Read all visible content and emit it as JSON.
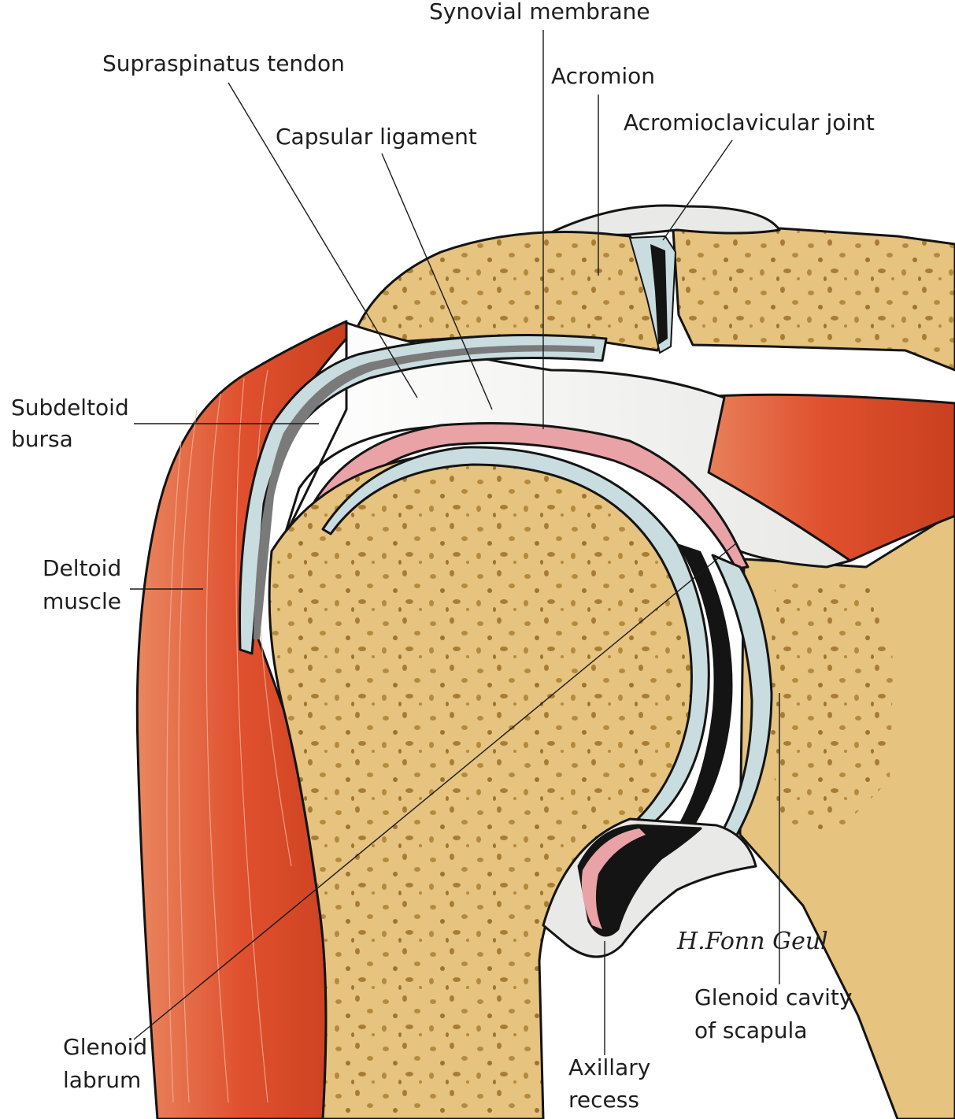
{
  "labels": {
    "synovial_membrane": "Synovial membrane",
    "supraspinatus_tendon": "Supraspinatus tendon",
    "acromion": "Acromion",
    "acromioclavicular_joint": "Acromioclavicular joint",
    "capsular_ligament": "Capsular ligament",
    "subdeltoid_bursa": [
      "Subdeltoid",
      "bursa"
    ],
    "deltoid_muscle": [
      "Deltoid",
      "muscle"
    ],
    "glenoid_labrum": [
      "Glenoid",
      "labrum"
    ],
    "axillary_recess": [
      "Axillary",
      "recess"
    ],
    "glenoid_cavity": [
      "Glenoid cavity",
      "of scapula"
    ]
  },
  "signature": "H.Fonn Geul",
  "colors": {
    "bone": "#e6c37e",
    "bone_spots": "#b58a3c",
    "muscle": "#e0502e",
    "tendon": "#f4f4f2",
    "cartilage": "#c9dcdf",
    "synovium": "#e9a2a6",
    "outline": "#141414"
  }
}
